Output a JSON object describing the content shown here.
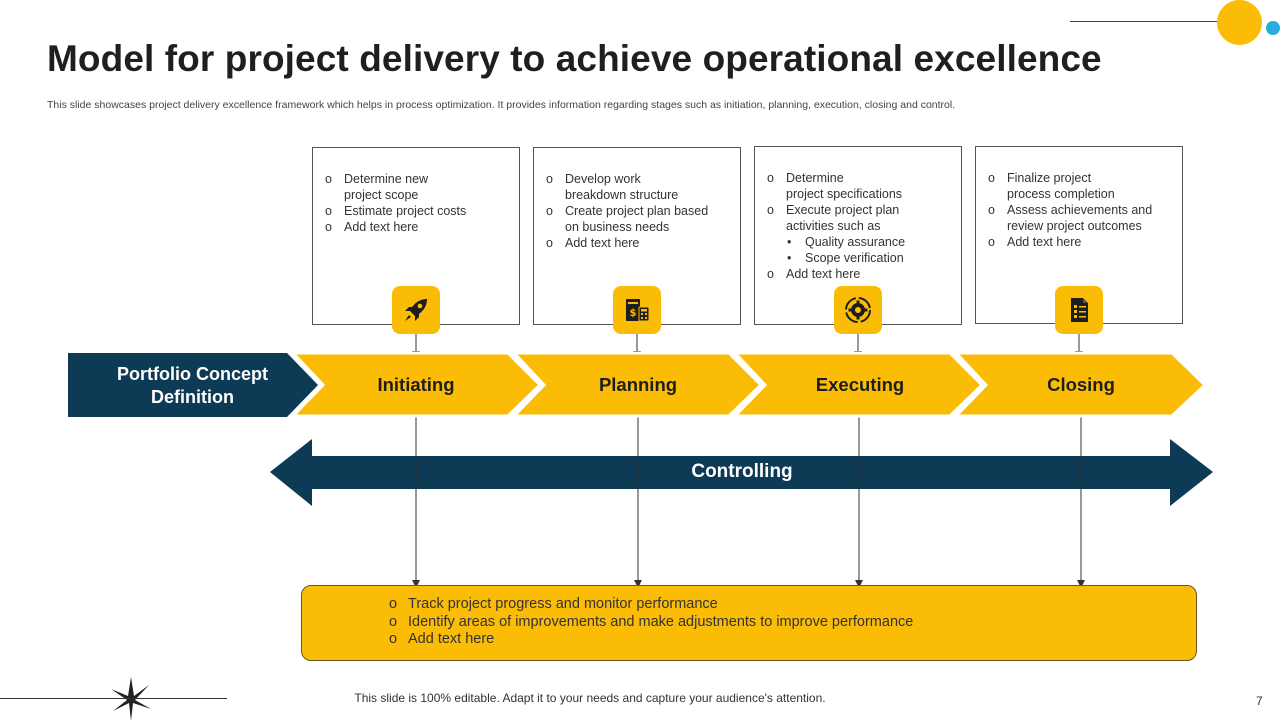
{
  "slide": {
    "title": "Model for project delivery to achieve operational excellence",
    "subtitle": "This slide showcases project delivery excellence framework which helps in process optimization. It provides information regarding stages such as initiation, planning, execution, closing and control.",
    "footer": "This slide is 100% editable. Adapt it to your needs and capture your audience's attention.",
    "page_number": "7"
  },
  "colors": {
    "accent": "#fbbc05",
    "navy": "#0d3a55",
    "text": "#1f1f1f"
  },
  "portfolio": {
    "line1": "Portfolio Concept",
    "line2": "Definition"
  },
  "stages": [
    {
      "label": "Initiating",
      "icon": "rocket-icon",
      "items": [
        {
          "marker": "o",
          "text": "Determine new",
          "cont": "project scope"
        },
        {
          "marker": "o",
          "text": "Estimate project costs"
        },
        {
          "marker": "o",
          "text": "Add text here"
        }
      ]
    },
    {
      "label": "Planning",
      "icon": "calculator-budget-icon",
      "items": [
        {
          "marker": "o",
          "text": "Develop work",
          "cont": "breakdown structure"
        },
        {
          "marker": "o",
          "text": "Create project plan based",
          "cont": "on business needs"
        },
        {
          "marker": "o",
          "text": "Add text here"
        }
      ]
    },
    {
      "label": "Executing",
      "icon": "gear-cycle-icon",
      "items": [
        {
          "marker": "o",
          "text": "Determine",
          "cont": "project specifications"
        },
        {
          "marker": "o",
          "text": "Execute project plan",
          "cont": "activities such as"
        },
        {
          "marker": "•",
          "text": "Quality assurance",
          "sub": true
        },
        {
          "marker": "•",
          "text": "Scope verification",
          "sub": true
        },
        {
          "marker": "o",
          "text": "Add text here"
        }
      ]
    },
    {
      "label": "Closing",
      "icon": "checklist-document-icon",
      "items": [
        {
          "marker": "o",
          "text": "Finalize project",
          "cont": "process completion"
        },
        {
          "marker": "o",
          "text": "Assess achievements and",
          "cont": "review project outcomes"
        },
        {
          "marker": "o",
          "text": "Add text here"
        }
      ]
    }
  ],
  "controlling": {
    "label": "Controlling",
    "items": [
      "Track project progress and monitor performance",
      "Identify areas of improvements and make adjustments to improve performance",
      "Add text here"
    ],
    "marker": "o"
  }
}
